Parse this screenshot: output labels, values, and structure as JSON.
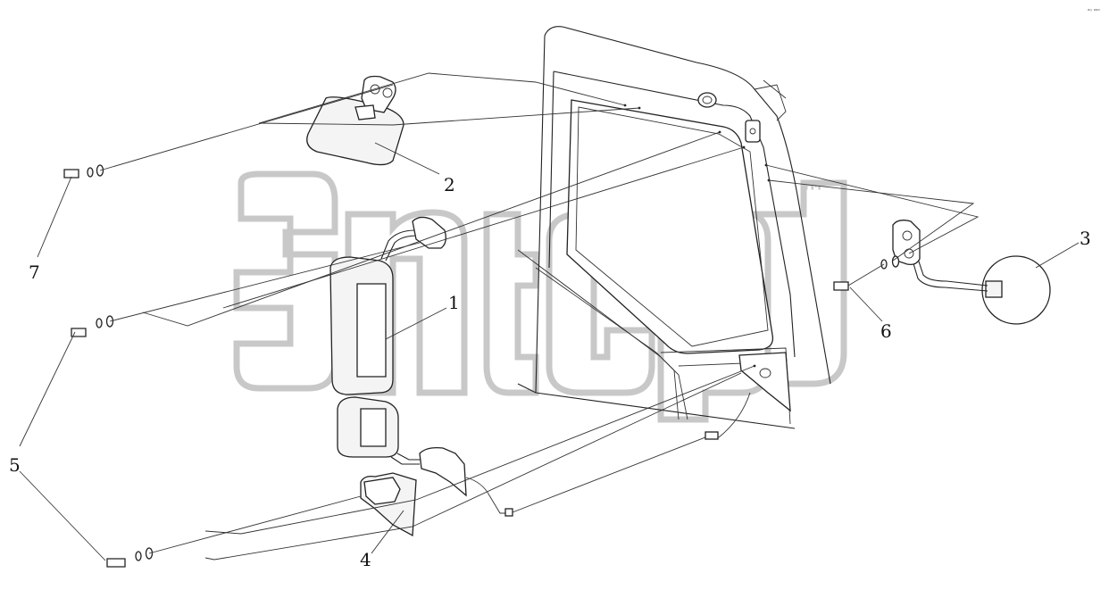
{
  "diagram": {
    "callouts": [
      {
        "id": "1",
        "label": "1"
      },
      {
        "id": "2",
        "label": "2"
      },
      {
        "id": "3",
        "label": "3"
      },
      {
        "id": "4",
        "label": "4"
      },
      {
        "id": "5",
        "label": "5"
      },
      {
        "id": "6",
        "label": "6"
      },
      {
        "id": "7",
        "label": "7"
      }
    ],
    "watermark": {
      "mark": "™"
    },
    "corner_note": "ᵃᵑ ᵃᵃᵃ"
  }
}
